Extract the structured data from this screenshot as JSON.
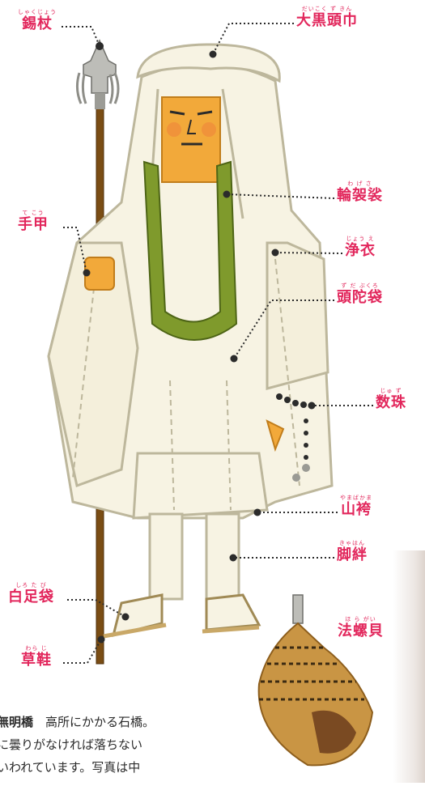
{
  "labels": [
    {
      "key": "shakujo",
      "text": "錫杖",
      "ruby": "しゃくじょう"
    },
    {
      "key": "daikoku-zukin",
      "text": "大黒頭巾",
      "ruby": "だいこく ず きん"
    },
    {
      "key": "wagesa",
      "text": "輪袈裟",
      "ruby": "わ げ さ"
    },
    {
      "key": "tekou",
      "text": "手甲",
      "ruby": "て こう"
    },
    {
      "key": "joe",
      "text": "浄衣",
      "ruby": "じょう え"
    },
    {
      "key": "zudabukuro",
      "text": "頭陀袋",
      "ruby": "ず だ ぶくろ"
    },
    {
      "key": "juzu",
      "text": "数珠",
      "ruby": "じゅ ず"
    },
    {
      "key": "yamabakama",
      "text": "山袴",
      "ruby": "やまばかま"
    },
    {
      "key": "kyahan",
      "text": "脚絆",
      "ruby": "きゃはん"
    },
    {
      "key": "shirotabi",
      "text": "白足袋",
      "ruby": "しろ た び"
    },
    {
      "key": "waraji",
      "text": "草鞋",
      "ruby": "わら じ"
    },
    {
      "key": "horagai",
      "text": "法螺貝",
      "ruby": "ほ ら がい"
    }
  ],
  "caption": {
    "line1_bold": "無明橋",
    "line1_rest": "　高所にかかる石橋。",
    "line2": "に曇りがなければ落ちない",
    "line3": "いわれています。写真は中"
  },
  "colors": {
    "label": "#e2275c",
    "robe": "#f7f3e3",
    "robe_line": "#bdb79c",
    "skin": "#f2a93a",
    "stole": "#7f9a2c",
    "staff": "#7a4d14",
    "shell": "#c99544"
  }
}
